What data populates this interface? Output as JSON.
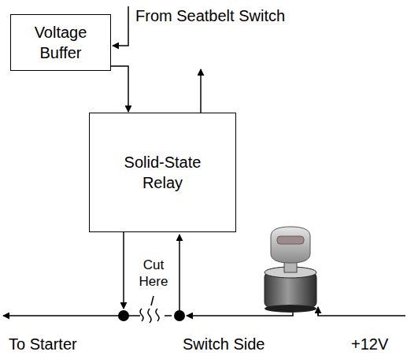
{
  "diagram": {
    "nodes": [
      {
        "text": [
          "Voltage Buffer"
        ]
      },
      {
        "text": [
          "Solid-State Relay"
        ]
      }
    ],
    "edges": [
      {
        "from": 0,
        "to": 1,
        "arrow": "to"
      }
    ],
    "labels": [
      "From Seatbelt Switch",
      "Cut Here",
      "To Starter",
      "Switch Side",
      "+12V"
    ]
  }
}
